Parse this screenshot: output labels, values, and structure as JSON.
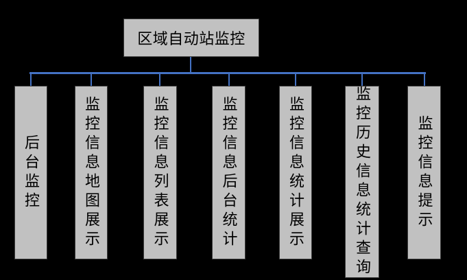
{
  "diagram": {
    "root": {
      "label": "区域自动站监控"
    },
    "children": [
      {
        "label": "后台监控"
      },
      {
        "label": "监控信息地图展示"
      },
      {
        "label": "监控信息列表展示"
      },
      {
        "label": "监控信息后台统计"
      },
      {
        "label": "监控信息统计展示"
      },
      {
        "label": "监控历史信息统计查询"
      },
      {
        "label": "监控信息提示"
      }
    ],
    "colors": {
      "background": "#000000",
      "node_fill": "#c1c1c1",
      "node_border": "#3d3d3d",
      "connector": "#4472c4",
      "text": "#000000"
    }
  }
}
